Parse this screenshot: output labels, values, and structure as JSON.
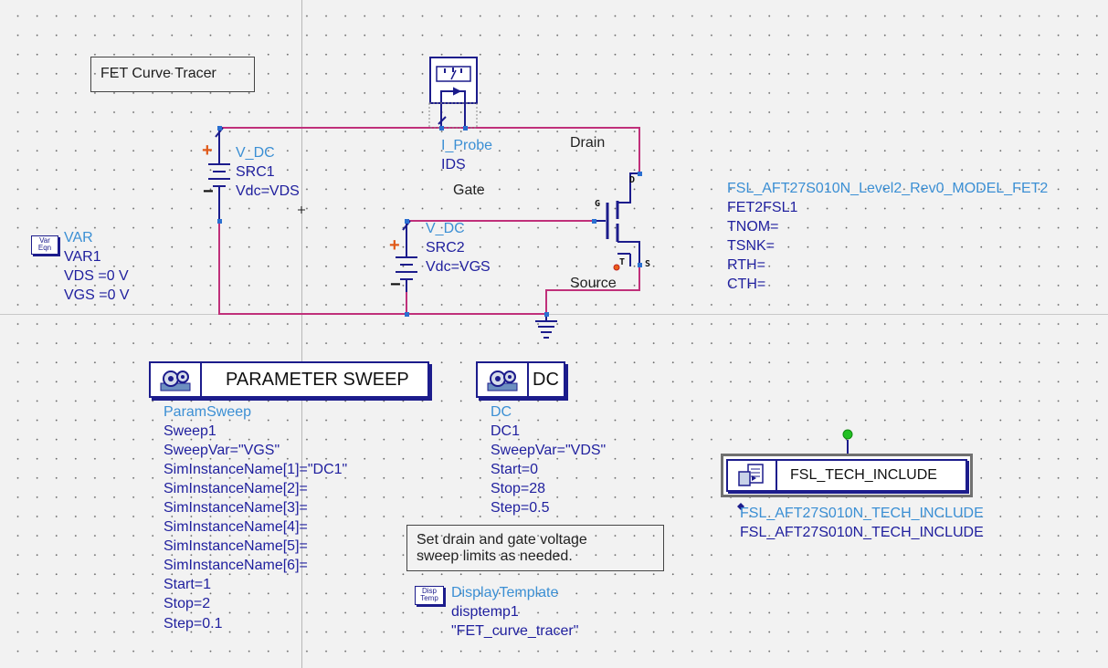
{
  "title_note": "FET Curve Tracer",
  "note2": {
    "line1": "Set drain and gate voltage",
    "line2": "sweep limits as needed."
  },
  "var_block": {
    "badge_top": "Var",
    "badge_bottom": "Eqn",
    "lines": [
      "VAR",
      "VAR1",
      "VDS =0 V",
      "VGS =0 V"
    ]
  },
  "src1": {
    "lines": [
      "V_DC",
      "SRC1",
      "Vdc=VDS"
    ],
    "plus": "+",
    "minus": "−"
  },
  "src2": {
    "lines": [
      "V_DC",
      "SRC2",
      "Vdc=VGS"
    ],
    "plus": "+",
    "minus": "−"
  },
  "probe": {
    "lines": [
      "I_Probe",
      "IDS"
    ]
  },
  "nets": {
    "drain": "Drain",
    "gate": "Gate",
    "source": "Source"
  },
  "fet": {
    "pin_d": "D",
    "pin_g": "G",
    "pin_s": "S",
    "pin_t": "T",
    "lines": [
      "FSL_AFT27S010N_Level2_Rev0_MODEL_FET2",
      "FET2FSL1",
      "TNOM=",
      "TSNK=",
      "RTH=",
      "CTH="
    ]
  },
  "param_sweep": {
    "title": "PARAMETER SWEEP",
    "lines": [
      "ParamSweep",
      "Sweep1",
      "SweepVar=\"VGS\"",
      "SimInstanceName[1]=\"DC1\"",
      "SimInstanceName[2]=",
      "SimInstanceName[3]=",
      "SimInstanceName[4]=",
      "SimInstanceName[5]=",
      "SimInstanceName[6]=",
      "Start=1",
      "Stop=2",
      "Step=0.1"
    ]
  },
  "dc": {
    "title": "DC",
    "lines": [
      "DC",
      "DC1",
      "SweepVar=\"VDS\"",
      "Start=0",
      "Stop=28",
      "Step=0.5"
    ]
  },
  "display_template": {
    "badge_top": "Disp",
    "badge_bottom": "Temp",
    "lines": [
      "DisplayTemplate",
      "disptemp1",
      "\"FET_curve_tracer\""
    ]
  },
  "tech_include": {
    "title": "FSL_TECH_INCLUDE",
    "lines": [
      "FSL_AFT27S010N_TECH_INCLUDE",
      "FSL_AFT27S010N_TECH_INCLUDE"
    ]
  },
  "colors": {
    "wire": "#c0307a",
    "component": "#1c1c8c",
    "label_blue": "#3b8fd4",
    "label_dark_blue": "#1f1f9e",
    "node": "#2a6fd0"
  }
}
